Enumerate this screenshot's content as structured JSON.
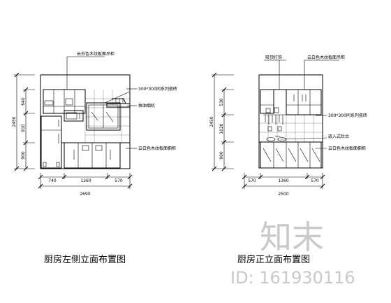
{
  "left": {
    "title": "厨房左侧立面布置图",
    "notes": {
      "upper_cabinet": "云白色木纹板面吊柜",
      "tile": "300*300同系列瓷砖",
      "hood": "抽油烟机",
      "lower_cabinet": "云白色木纹板面橱柜"
    },
    "dims_bottom": [
      "740",
      "1360",
      "570"
    ],
    "dim_total": "2690",
    "dims_side": [
      "640",
      "910",
      "900"
    ],
    "dim_height": "2450"
  },
  "right": {
    "title": "厨房正立面布置图",
    "notes": {
      "pendant": "吸顶灯饰",
      "upper_cabinet": "云白色木纹板面吊柜",
      "tile": "300*300同系列瓷砖",
      "stove": "嵌入式灶台",
      "lower_cabinet": "云白色木纹板面橱柜"
    },
    "dims_bottom": [
      "570",
      "1360",
      "570"
    ],
    "dim_total": "2500",
    "dims_side": [
      "530",
      "1020",
      "900"
    ],
    "dim_height": "2450"
  },
  "watermark": {
    "logo_text": "知末",
    "id_text": "ID: 161930116"
  }
}
